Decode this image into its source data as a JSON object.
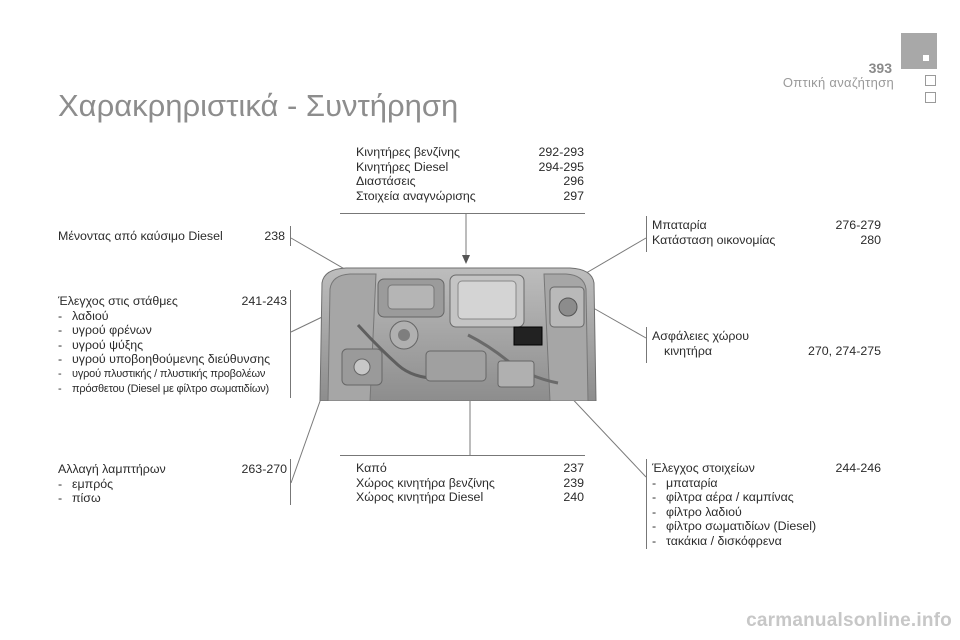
{
  "header": {
    "page_number": "393",
    "section": "Οπτική αναζήτηση"
  },
  "title": "Χαρακρηριστικά - Συντήρηση",
  "top_center": [
    {
      "label": "Κινητήρες βενζίνης",
      "page": "292-293"
    },
    {
      "label": "Κινητήρες Diesel",
      "page": "294-295"
    },
    {
      "label": "Διαστάσεις",
      "page": "296"
    },
    {
      "label": "Στοιχεία αναγνώρισης",
      "page": "297"
    }
  ],
  "left_blocks": {
    "diesel": {
      "label": "Μένοντας από καύσιμο Diesel",
      "page": "238"
    },
    "levels": {
      "label": "Έλεγχος στις στάθμες",
      "page": "241-243",
      "items": [
        "λαδιού",
        "υγρού φρένων",
        "υγρού ψύξης",
        "υγρού υποβοηθούμενης διεύθυνσης"
      ],
      "small_items": [
        "υγρού πλυστικής / πλυστικής προβολέων",
        "πρόσθετου (Diesel με φίλτρο σωματιδίων)"
      ]
    },
    "bulbs": {
      "label": "Αλλαγή λαμπτήρων",
      "page": "263-270",
      "items": [
        "εμπρός",
        "πίσω"
      ]
    }
  },
  "right_blocks": {
    "battery": [
      {
        "label": "Μπαταρία",
        "page": "276-279"
      },
      {
        "label": "Κατάσταση οικονομίας",
        "page": "280"
      }
    ],
    "fuses": {
      "label_line1": "Ασφάλειες χώρου",
      "label_line2": "κινητήρα",
      "page": "270, 274-275"
    },
    "checks": {
      "label": "Έλεγχος στοιχείων",
      "page": "244-246",
      "items": [
        "μπαταρία",
        "φίλτρα αέρα / καμπίνας",
        "φίλτρο λαδιού",
        "φίλτρο σωματιδίων (Diesel)",
        "τακάκια / δισκόφρενα"
      ]
    }
  },
  "bottom_center": [
    {
      "label": "Καπό",
      "page": "237"
    },
    {
      "label": "Χώρος κινητήρα βενζίνης",
      "page": "239"
    },
    {
      "label": "Χώρος κινητήρα Diesel",
      "page": "240"
    }
  ],
  "dash": "-",
  "footer": "carmanualsonline.info",
  "colors": {
    "accent_grey": "#a8a8a8",
    "title_grey": "#8d8d8d",
    "text": "#2b2b2b"
  }
}
